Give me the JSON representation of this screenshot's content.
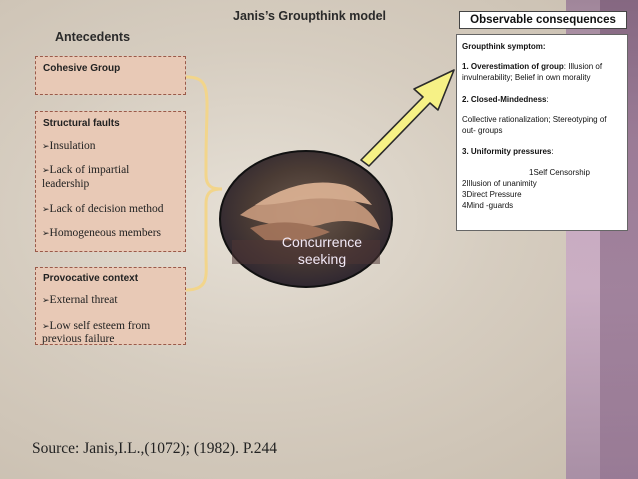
{
  "title": "Janis’s Groupthink model",
  "antecedents_label": "Antecedents",
  "observable_header": "Observable consequences",
  "cohesive": {
    "title": "Cohesive Group"
  },
  "structural": {
    "title": "Structural faults",
    "items": [
      "Insulation",
      "Lack of impartial",
      "leadership",
      "Lack of decision method",
      "Homogeneous members"
    ]
  },
  "provocative": {
    "title": "Provocative context",
    "items": [
      "External threat",
      "Low self esteem from",
      "previous failure"
    ]
  },
  "center": {
    "line1": "Concurrence",
    "line2": "seeking"
  },
  "consequences": {
    "symptom_heading": "Groupthink symptom:",
    "item1_label": "1. Overestimation of group",
    "item1_rest": ": Illusion of",
    "item1_line2": "invulnerability; Belief in own morality",
    "item2_label": "2. Closed-Mindedness",
    "item2_rest": ":",
    "item2_detail1": "Collective rationalization; Stereotyping of",
    "item2_detail2": "out- groups",
    "item3_label": "3. Uniformity pressures",
    "item3_rest": ":",
    "sub1": "1Self Censorship",
    "sub2": "2Illusion of unanimity",
    "sub3": "3Direct Pressure",
    "sub4": "4Mind -guards"
  },
  "source": "Source: Janis,I.L.,(1072); (1982). P.244",
  "colors": {
    "arrow": "#f6f186",
    "bracket": "#f2d58b",
    "pink_box": "#e8c9b6"
  }
}
